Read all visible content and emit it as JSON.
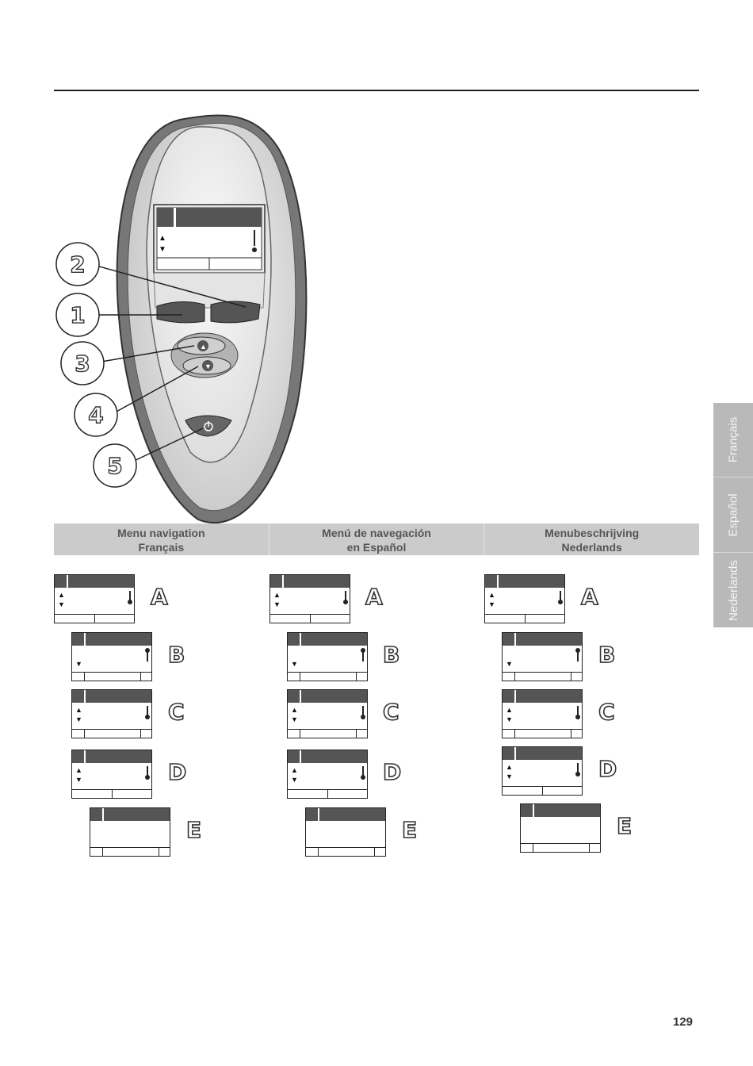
{
  "remote": {
    "callouts": [
      "2",
      "1",
      "3",
      "4",
      "5"
    ],
    "icons": {
      "up": "▲",
      "down": "▼",
      "power": "⏻"
    }
  },
  "menu_header": {
    "francais": "Menu navigation\nFrançais",
    "espanol": "Menú de navegación\nen Español",
    "nederlands": "Menubeschrijving\nNederlands"
  },
  "language_tabs": [
    "Français",
    "Español",
    "Nederlands"
  ],
  "screens": {
    "labels": [
      "A",
      "B",
      "C",
      "D",
      "E"
    ],
    "arrows": {
      "up": "▲",
      "down": "▼"
    }
  },
  "page_number": "129",
  "colors": {
    "dark_gray": "#555555",
    "header_bg": "#cbcbcb",
    "tab_bg": "#b9b9b9"
  }
}
